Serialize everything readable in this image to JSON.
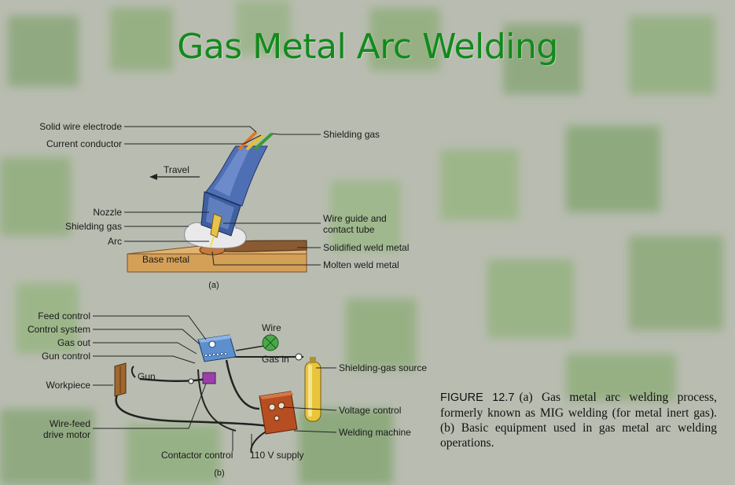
{
  "title": "Gas Metal Arc Welding",
  "colors": {
    "title": "#128a1c",
    "background": "#b9bdb1",
    "base_metal": "#d4a058",
    "weld_metal": "#8a5a32",
    "hose": "#4f6fb5",
    "cylinder": "#e8c53a",
    "welding_machine": "#b64e22",
    "wire_spool": "#4aa84a",
    "feed_box": "#5d8fcf"
  },
  "diagram_a": {
    "caption": "(a)",
    "labels": {
      "solid_wire_electrode": "Solid wire electrode",
      "current_conductor": "Current conductor",
      "shielding_gas_top": "Shielding gas",
      "travel": "Travel",
      "nozzle": "Nozzle",
      "shielding_gas": "Shielding gas",
      "arc": "Arc",
      "base_metal": "Base metal",
      "wire_guide_1": "Wire guide and",
      "wire_guide_2": "contact tube",
      "solidified_weld_metal": "Solidified weld metal",
      "molten_weld_metal": "Molten weld metal"
    }
  },
  "diagram_b": {
    "caption": "(b)",
    "labels": {
      "feed_control": "Feed control",
      "control_system": "Control system",
      "gas_out": "Gas out",
      "gun_control": "Gun control",
      "workpiece": "Workpiece",
      "gun": "Gun",
      "wire_feed_1": "Wire-feed",
      "wire_feed_2": "drive motor",
      "wire": "Wire",
      "gas_in": "Gas in",
      "shielding_gas_source": "Shielding-gas source",
      "voltage_control": "Voltage control",
      "welding_machine": "Welding machine",
      "contactor_control": "Contactor control",
      "supply": "110 V supply"
    }
  },
  "caption": {
    "figure_number": "FIGURE 12.7",
    "text": "(a) Gas metal arc welding process, formerly known as MIG welding (for metal inert gas). (b) Basic equipment used in gas metal arc welding operations."
  }
}
